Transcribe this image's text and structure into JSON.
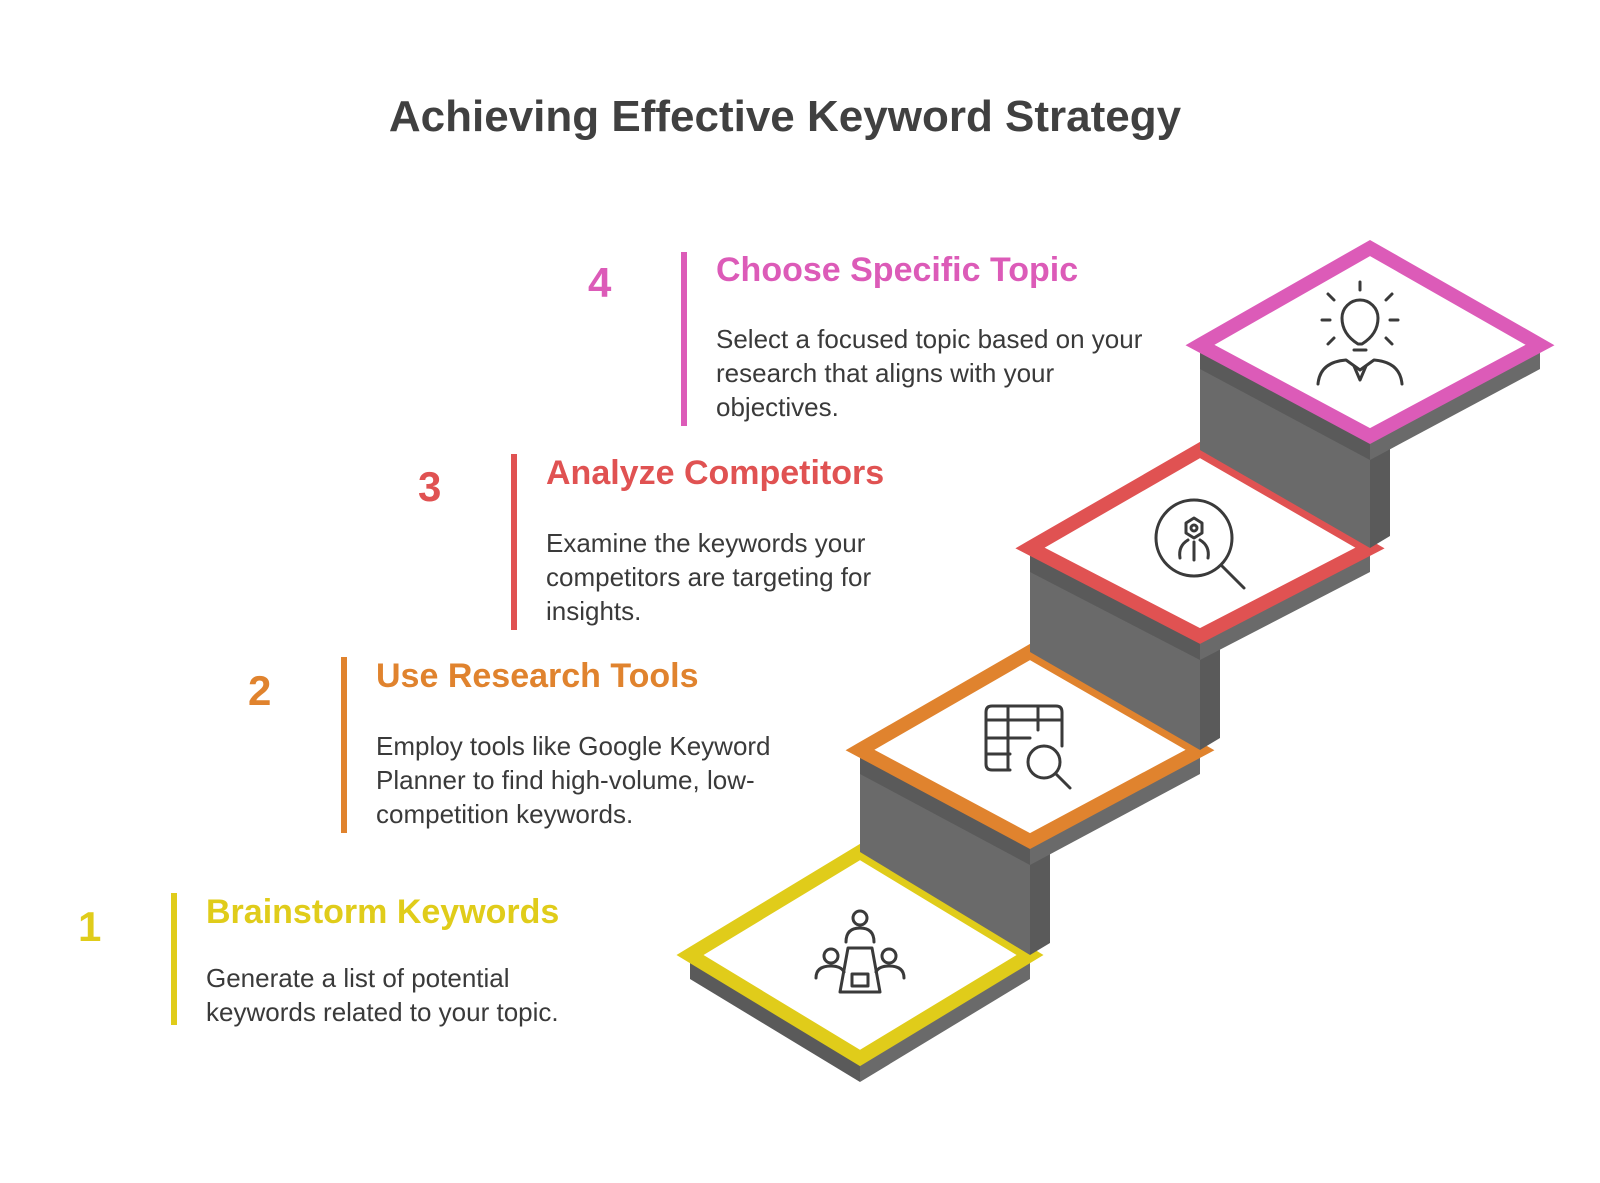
{
  "title": "Achieving Effective Keyword Strategy",
  "steps": [
    {
      "number": "1",
      "heading": "Brainstorm Keywords",
      "description": "Generate a list of potential keywords related to your topic.",
      "color": "#E0CC1A",
      "icon": "meeting-table-icon"
    },
    {
      "number": "2",
      "heading": "Use Research Tools",
      "description": "Employ tools like Google Keyword Planner to find high-volume, low-competition keywords.",
      "color": "#E0832E",
      "icon": "table-search-icon"
    },
    {
      "number": "3",
      "heading": "Analyze Competitors",
      "description": "Examine the keywords your competitors are targeting for insights.",
      "color": "#E05252",
      "icon": "magnifier-person-icon"
    },
    {
      "number": "4",
      "heading": "Choose Specific Topic",
      "description": "Select a focused topic based on your research that aligns with your objectives.",
      "color": "#DC5BB8",
      "icon": "lightbulb-person-icon"
    }
  ]
}
